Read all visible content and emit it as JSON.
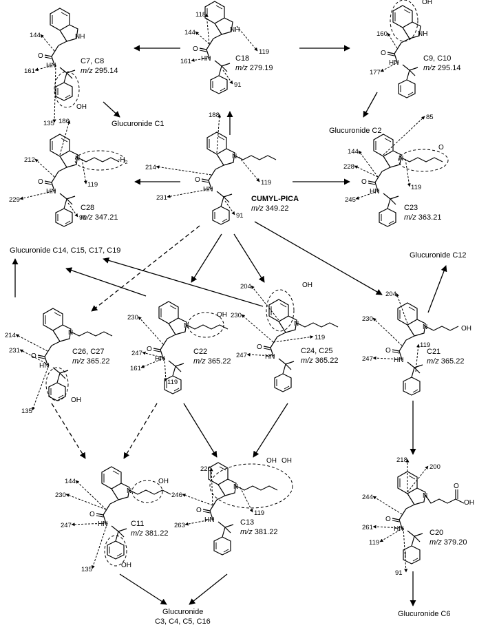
{
  "center": {
    "label": "CUMYL-PICA",
    "mz_prefix": "m/z",
    "mz": "349.22",
    "frags": [
      "214",
      "188",
      "119",
      "231",
      "91"
    ]
  },
  "molecules": [
    {
      "id": "c7",
      "label": "C7, C8",
      "mz": "295.14",
      "frags": [
        "144",
        "161",
        "135"
      ],
      "group": "OH"
    },
    {
      "id": "c18",
      "label": "C18",
      "mz": "279.19",
      "frags": [
        "118",
        "144",
        "119",
        "161",
        "91"
      ]
    },
    {
      "id": "c9",
      "label": "C9, C10",
      "mz": "295.14",
      "frags": [
        "160",
        "177"
      ],
      "group": "OH"
    },
    {
      "id": "c28",
      "label": "C28",
      "mz": "347.21",
      "frags": [
        "186",
        "212",
        "119",
        "229",
        "91"
      ],
      "group": "-H",
      "group_sub": "2"
    },
    {
      "id": "c23",
      "label": "C23",
      "mz": "363.21",
      "frags": [
        "85",
        "144",
        "228",
        "119",
        "245"
      ],
      "group": "O"
    },
    {
      "id": "c26",
      "label": "C26, C27",
      "mz": "365.22",
      "frags": [
        "214",
        "231",
        "135"
      ],
      "group": "OH"
    },
    {
      "id": "c22",
      "label": "C22",
      "mz": "365.22",
      "frags": [
        "230",
        "247",
        "161",
        "119"
      ],
      "group": "OH"
    },
    {
      "id": "c24",
      "label": "C24, C25",
      "mz": "365.22",
      "frags": [
        "204",
        "230",
        "119",
        "247"
      ],
      "group": "OH"
    },
    {
      "id": "c21",
      "label": "C21",
      "mz": "365.22",
      "frags": [
        "204",
        "230",
        "119",
        "247"
      ],
      "group": "OH"
    },
    {
      "id": "c11",
      "label": "C11",
      "mz": "381.22",
      "frags": [
        "144",
        "230",
        "247",
        "135"
      ],
      "group": "OH",
      "group2": "OH"
    },
    {
      "id": "c13",
      "label": "C13",
      "mz": "381.22",
      "frags": [
        "220",
        "246",
        "119",
        "263"
      ],
      "group": "OH",
      "group2": "OH"
    },
    {
      "id": "c20",
      "label": "C20",
      "mz": "379.20",
      "frags": [
        "218",
        "200",
        "244",
        "261",
        "119",
        "91"
      ],
      "group": "OH",
      "group2": "O"
    }
  ],
  "glucuronides": {
    "c1": "Glucuronide C1",
    "c2": "Glucuronide C2",
    "c14": "Glucuronide C14, C15, C17, C19",
    "c12": "Glucuronide C12",
    "c6": "Glucuronide C6",
    "c3_line1": "Glucuronide",
    "c3_line2": "C3, C4, C5, C16"
  },
  "atoms": {
    "n": "N",
    "nh": "NH",
    "hn": "HN",
    "o": "O"
  }
}
